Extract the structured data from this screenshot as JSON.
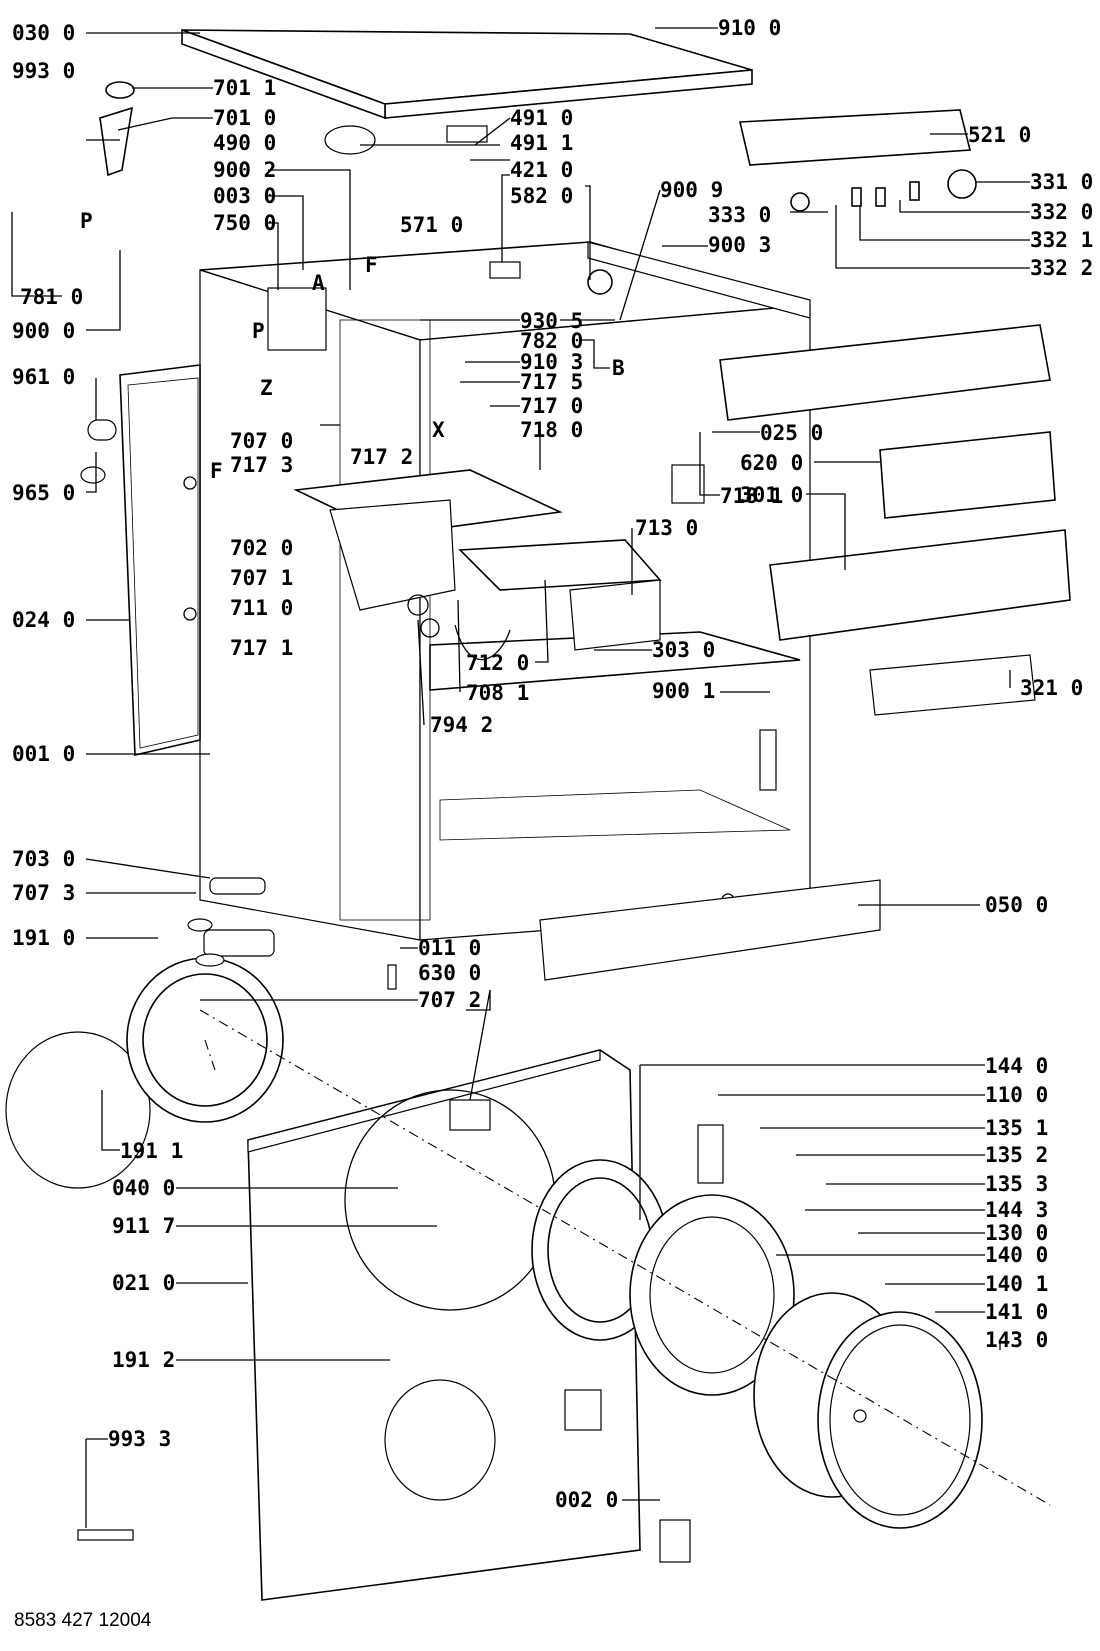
{
  "document_id": "8583 427 12004",
  "part_labels": {
    "p030_0": "030 0",
    "p993_0": "993 0",
    "p701_1": "701 1",
    "p701_0": "701 0",
    "p490_0": "490 0",
    "p900_2": "900 2",
    "p003_0": "003 0",
    "p750_0": "750 0",
    "p781_0": "781 0",
    "p900_0": "900 0",
    "p961_0": "961 0",
    "p965_0": "965 0",
    "p707_0": "707 0",
    "p717_3": "717 3",
    "p717_2": "717 2",
    "p702_0": "702 0",
    "p707_1": "707 1",
    "p711_0": "711 0",
    "p024_0": "024 0",
    "p717_1": "717 1",
    "p001_0": "001 0",
    "p703_0": "703 0",
    "p707_3": "707 3",
    "p191_0": "191 0",
    "p011_0": "011 0",
    "p630_0": "630 0",
    "p707_2": "707 2",
    "p191_1": "191 1",
    "p040_0": "040 0",
    "p911_7": "911 7",
    "p021_0": "021 0",
    "p191_2": "191 2",
    "p993_3": "993 3",
    "p002_0": "002 0",
    "p910_0": "910 0",
    "p491_0": "491 0",
    "p491_1": "491 1",
    "p421_0": "421 0",
    "p582_0": "582 0",
    "p571_0": "571 0",
    "p521_0": "521 0",
    "p900_9": "900 9",
    "p333_0": "333 0",
    "p900_3": "900 3",
    "p331_0": "331 0",
    "p332_0": "332 0",
    "p332_1": "332 1",
    "p332_2": "332 2",
    "p930_5": "930 5",
    "p782_0": "782 0",
    "p910_3": "910 3",
    "p717_5": "717 5",
    "p717_0": "717 0",
    "p718_0": "718 0",
    "p718_1": "718 1",
    "p713_0": "713 0",
    "p025_0": "025 0",
    "p620_0": "620 0",
    "p301_0": "301 0",
    "p303_0": "303 0",
    "p712_0": "712 0",
    "p708_1": "708 1",
    "p794_2": "794 2",
    "p900_1": "900 1",
    "p321_0": "321 0",
    "p050_0": "050 0",
    "p144_0": "144 0",
    "p110_0": "110 0",
    "p135_1": "135 1",
    "p135_2": "135 2",
    "p135_3": "135 3",
    "p144_3": "144 3",
    "p130_0": "130 0",
    "p140_0": "140 0",
    "p140_1": "140 1",
    "p141_0": "141 0",
    "p143_0": "143 0"
  },
  "letter_marks": {
    "P1": "P",
    "P2": "P",
    "A": "A",
    "F1": "F",
    "Z": "Z",
    "B": "B",
    "X": "X",
    "F2": "F"
  }
}
